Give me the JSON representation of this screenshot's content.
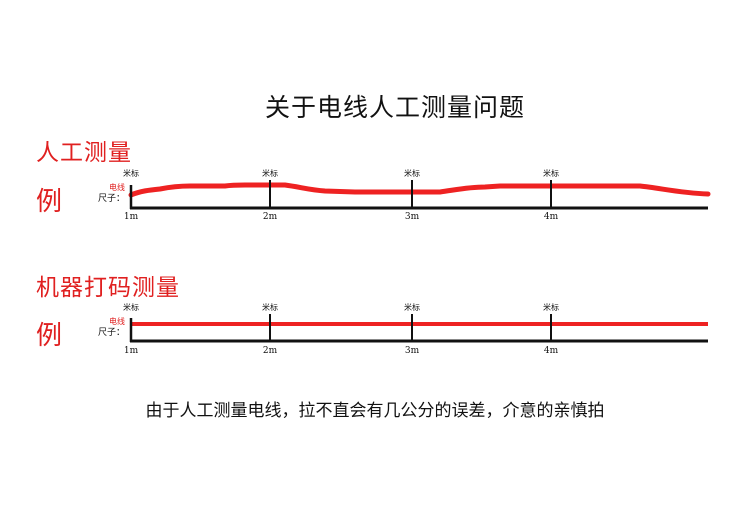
{
  "title": "关于电线人工测量问题",
  "colors": {
    "wire": "#ee2222",
    "ruler": "#111111",
    "label_red": "#e02020"
  },
  "sections": [
    {
      "heading": "人工测量",
      "example_label": "例",
      "wire_label": "电线",
      "ruler_label": "尺子：",
      "marker_label": "米标",
      "tick_labels": [
        "1m",
        "2m",
        "3m",
        "4m"
      ],
      "wire_style": "wavy"
    },
    {
      "heading": "机器打码测量",
      "example_label": "例",
      "wire_label": "电线",
      "ruler_label": "尺子：",
      "marker_label": "米标",
      "tick_labels": [
        "1m",
        "2m",
        "3m",
        "4m"
      ],
      "wire_style": "straight"
    }
  ],
  "footer": "由于人工测量电线，拉不直会有几公分的误差，介意的亲慎拍"
}
